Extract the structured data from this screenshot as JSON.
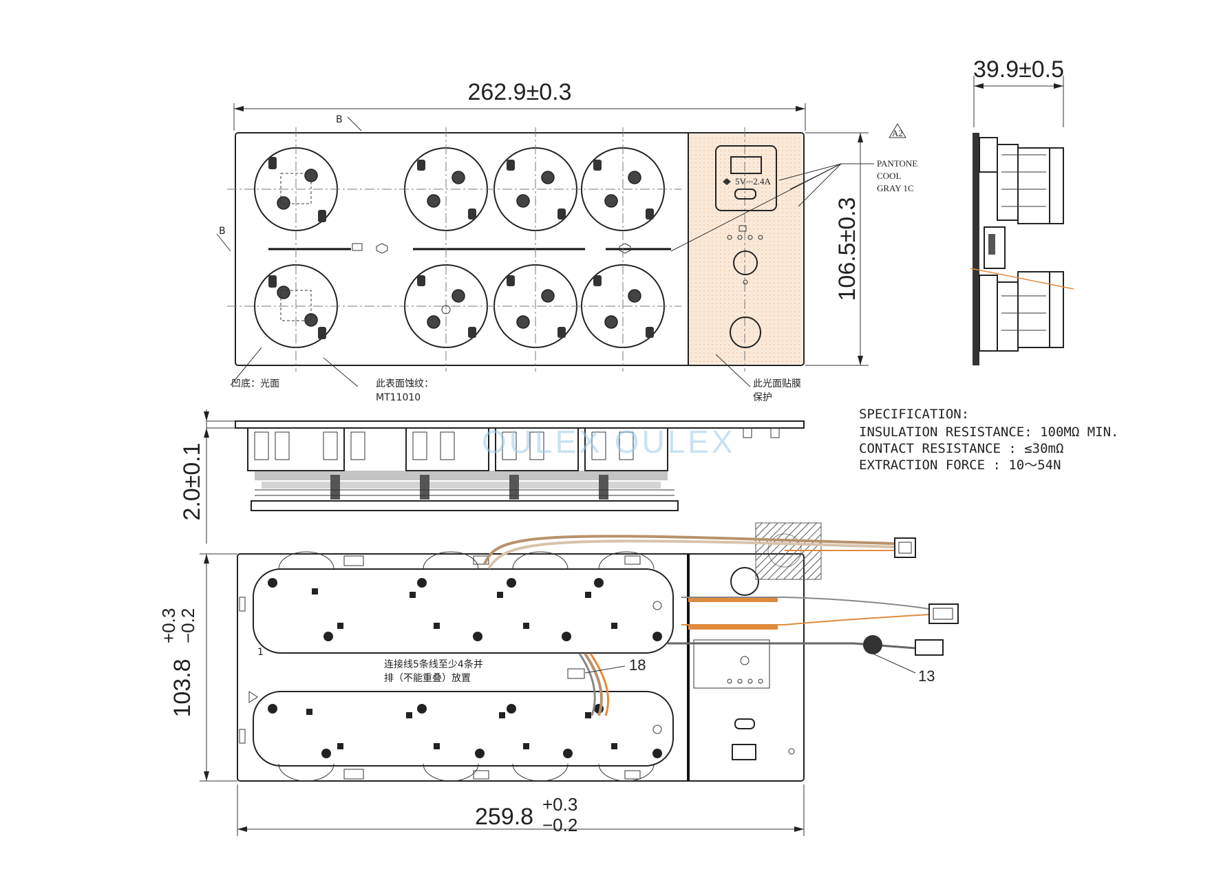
{
  "dimensions": {
    "top_width": "262.9±0.3",
    "top_height": "106.5±0.3",
    "side_depth": "39.9±0.5",
    "front_thickness": "2.0±0.1",
    "bottom_height_main": "103.8",
    "bottom_height_upper": "+0.3",
    "bottom_height_lower": "−0.2",
    "bottom_width_main": "259.8",
    "bottom_width_upper": "+0.3",
    "bottom_width_lower": "−0.2"
  },
  "section_marks": {
    "mark_top": "B",
    "mark_left": "B"
  },
  "notes": {
    "recess": "凹底：光面",
    "texture_line1": "此表面蚀纹：",
    "texture_line2": "MT11010",
    "film_line1": "此光面贴膜",
    "film_line2": "保护",
    "wire_note_line1": "连接线5条线至少4条并",
    "wire_note_line2": "排（不能重叠）放置"
  },
  "pantone": {
    "badge": "A2",
    "line1": "PANTONE",
    "line2": "COOL",
    "line3": "GRAY 1C"
  },
  "usb_label": "5V⎓2.4A",
  "specification": {
    "heading": "SPECIFICATION:",
    "line1": "INSULATION RESISTANCE: 100MΩ   MIN.",
    "line2": "CONTACT RESISTANCE : ≤30mΩ",
    "line3": "EXTRACTION FORCE : 10～54N"
  },
  "callouts": {
    "wire_clip": "18",
    "ferrite": "13",
    "row_mark": "1"
  },
  "watermark": "OULEX  OULEX",
  "colors": {
    "line": "#222222",
    "wire_orange": "#e08a3c",
    "wire_gray": "#8a8a8a",
    "watermark": "#9ccbe8"
  }
}
